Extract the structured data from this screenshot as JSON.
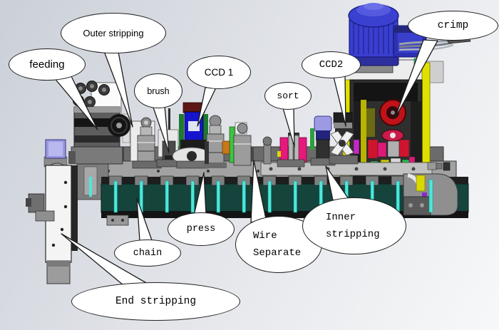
{
  "diagram": {
    "type": "machine-callout-diagram",
    "subject": "wire processing machine (3D CAD view) with labeled process stations",
    "callouts": {
      "feeding": {
        "label": "feeding"
      },
      "outer_stripping": {
        "label": "Outer stripping"
      },
      "brush": {
        "label": "brush"
      },
      "ccd1": {
        "label": "CCD 1"
      },
      "sort": {
        "label": "sort"
      },
      "ccd2": {
        "label": "CCD2"
      },
      "crimp": {
        "label": "crimp"
      },
      "chain": {
        "label": "chain"
      },
      "press": {
        "label": "press"
      },
      "wire_separate": {
        "line1": "Wire",
        "line2": "Separate"
      },
      "inner_stripping": {
        "line1": "Inner",
        "line2": "stripping"
      },
      "end_stripping": {
        "label": "End stripping"
      }
    },
    "colors": {
      "background_top": "#cbd0d8",
      "background_bottom": "#f7f8f9",
      "bubble_fill": "#ffffff",
      "bubble_stroke": "#1f1f1f",
      "motor_blue": "#393fd0",
      "conveyor_teal": "#15443c",
      "pin_cyan": "#4ee6da",
      "flywheel_red": "#c01218",
      "accent_magenta": "#e8187c",
      "accent_yellow": "#e0e000",
      "accent_green": "#2fae4a",
      "camera_blue": "#1515cf",
      "camera_lavender": "#9d9ae4",
      "machine_dark": "#2f2f2f",
      "machine_gray": "#9a9a9a"
    }
  }
}
